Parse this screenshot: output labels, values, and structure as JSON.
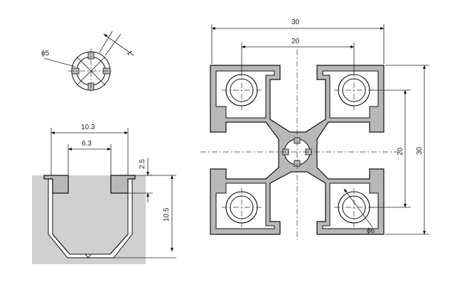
{
  "labels": {
    "core_dia": "ϕ5",
    "core_wall": "1",
    "slot_outer": "10.3",
    "slot_inner": "6.3",
    "slot_lip": "2.5",
    "slot_depth": "10.5",
    "overall_width": "30",
    "hole_pitch_h": "20",
    "hole_pitch_v": "20",
    "overall_height": "30",
    "hole_dia": "ϕ6"
  },
  "colors": {
    "profile_fill": "#b8b8b8",
    "section_fill": "#d0d0d0",
    "line": "#111111"
  }
}
